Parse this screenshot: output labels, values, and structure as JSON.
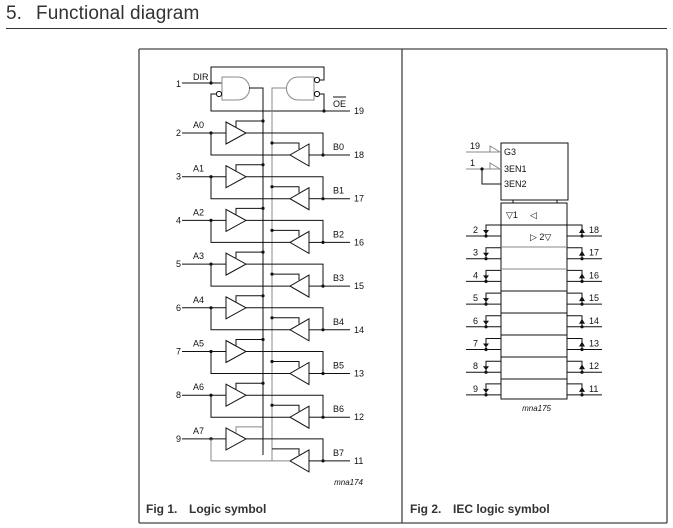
{
  "section": {
    "number": "5.",
    "title": "Functional diagram"
  },
  "fig1": {
    "label": "Fig 1.",
    "caption": "Logic symbol",
    "code": "mna174",
    "control": {
      "dir": {
        "pin": "1",
        "name": "DIR"
      },
      "oe": {
        "pin": "19",
        "name": "OE",
        "active_low": true
      }
    },
    "channels": [
      {
        "a_pin": "2",
        "a": "A0",
        "b": "B0",
        "b_pin": "18"
      },
      {
        "a_pin": "3",
        "a": "A1",
        "b": "B1",
        "b_pin": "17"
      },
      {
        "a_pin": "4",
        "a": "A2",
        "b": "B2",
        "b_pin": "16"
      },
      {
        "a_pin": "5",
        "a": "A3",
        "b": "B3",
        "b_pin": "15"
      },
      {
        "a_pin": "6",
        "a": "A4",
        "b": "B4",
        "b_pin": "14"
      },
      {
        "a_pin": "7",
        "a": "A5",
        "b": "B5",
        "b_pin": "13"
      },
      {
        "a_pin": "8",
        "a": "A6",
        "b": "B6",
        "b_pin": "12"
      },
      {
        "a_pin": "9",
        "a": "A7",
        "b": "B7",
        "b_pin": "11"
      }
    ]
  },
  "fig2": {
    "label": "Fig 2.",
    "caption": "IEC logic symbol",
    "code": "mna175",
    "control_inputs": [
      {
        "pin": "19",
        "label": "G3"
      },
      {
        "pin": "1",
        "label": "3EN1"
      },
      {
        "pin": "",
        "label": "3EN2"
      }
    ],
    "first_cell": {
      "top_left": "▽1",
      "top_right": "◁",
      "bottom": "▷  2▽"
    },
    "left_pins": [
      "2",
      "3",
      "4",
      "5",
      "6",
      "7",
      "8",
      "9"
    ],
    "right_pins": [
      "18",
      "17",
      "16",
      "15",
      "14",
      "13",
      "12",
      "11"
    ]
  }
}
